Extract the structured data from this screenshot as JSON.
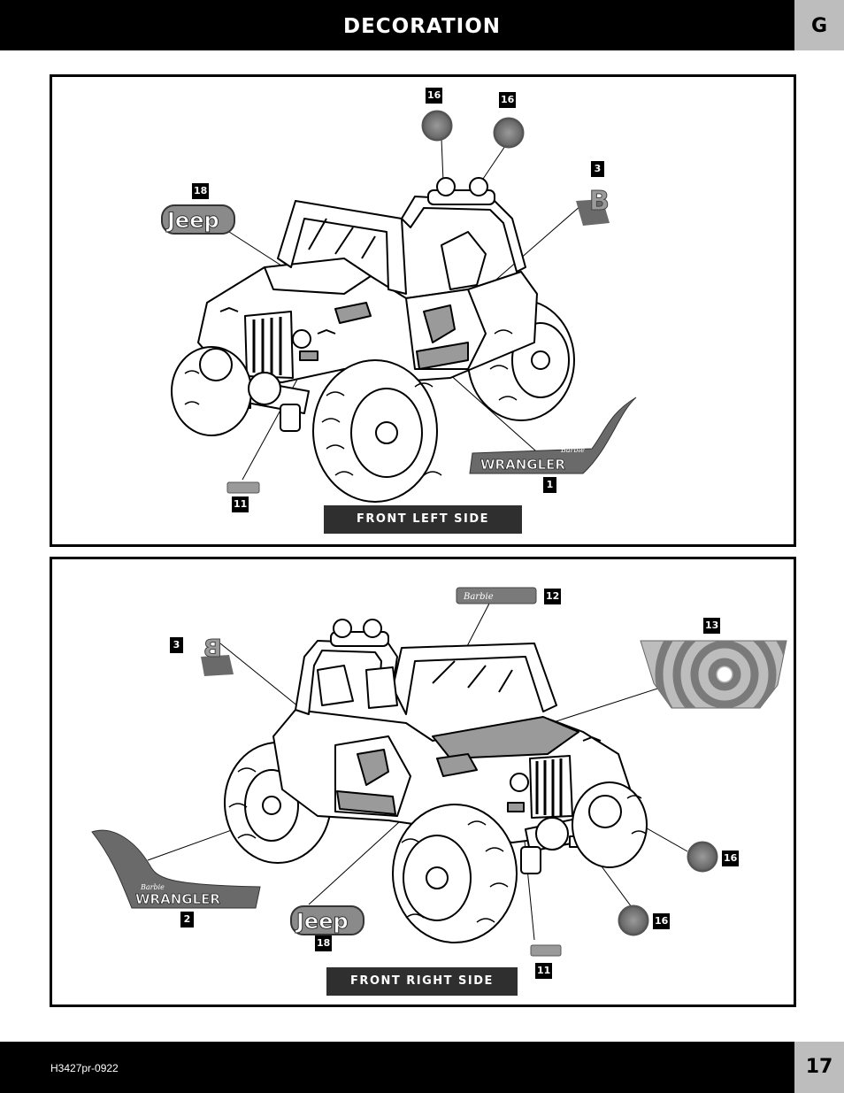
{
  "header": {
    "title": "DECORATION",
    "section_letter": "G"
  },
  "panels": [
    {
      "caption": "FRONT LEFT SIDE",
      "callouts": [
        {
          "id": "16a",
          "label": "16"
        },
        {
          "id": "16b",
          "label": "16"
        },
        {
          "id": "3",
          "label": "3"
        },
        {
          "id": "18",
          "label": "18"
        },
        {
          "id": "1",
          "label": "1"
        },
        {
          "id": "11",
          "label": "11"
        }
      ],
      "logos": {
        "jeep": "Jeep",
        "wrangler": "WRANGLER",
        "barbie": "Barbie"
      }
    },
    {
      "caption": "FRONT RIGHT SIDE",
      "callouts": [
        {
          "id": "12",
          "label": "12"
        },
        {
          "id": "13",
          "label": "13"
        },
        {
          "id": "3",
          "label": "3"
        },
        {
          "id": "16a",
          "label": "16"
        },
        {
          "id": "16b",
          "label": "16"
        },
        {
          "id": "2",
          "label": "2"
        },
        {
          "id": "18",
          "label": "18"
        },
        {
          "id": "11",
          "label": "11"
        }
      ],
      "logos": {
        "jeep": "Jeep",
        "wrangler": "WRANGLER",
        "barbie": "Barbie",
        "barbie_plate": "Barbie"
      }
    }
  ],
  "footer": {
    "code": "H3427pr-0922",
    "page_number": "17"
  }
}
